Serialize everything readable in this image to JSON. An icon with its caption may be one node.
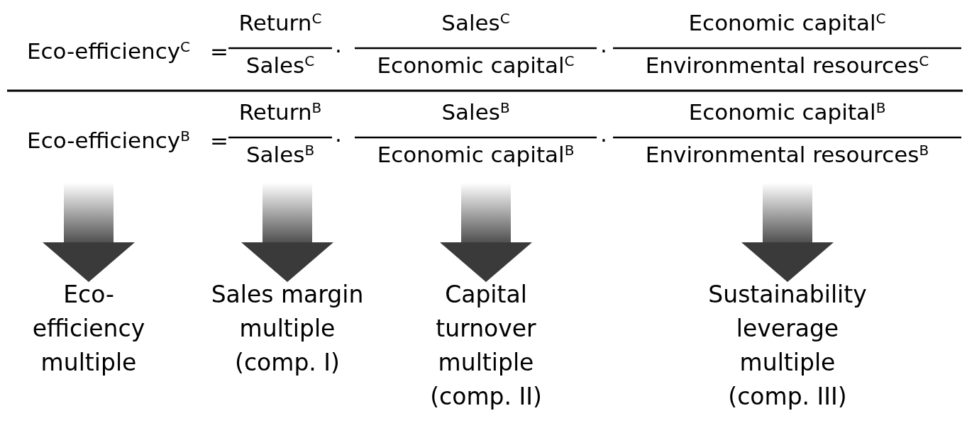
{
  "diagram": {
    "nodes": [
      {
        "text": [
          "Eco-efficiency$^{C}$",
          "Eco-efficiency$^{B}$"
        ]
      },
      {
        "text": [
          "Return$^{C}$",
          "Sales$^{C}$",
          "Return$^{B}$",
          "Sales$^{B}$"
        ]
      },
      {
        "text": [
          "Sales$^{C}$",
          "Economic capital$^{C}$",
          "Sales$^{B}$",
          "Economic capital$^{B}$"
        ]
      },
      {
        "text": [
          "Economic capital$^{C}$",
          "Environmental resources$^{C}$",
          "Economic capital$^{B}$",
          "Environmental resources$^{B}$"
        ]
      },
      {
        "text": [
          "Eco-efficiency multiple"
        ]
      },
      {
        "text": [
          "Sales margin multiple (comp. I)"
        ]
      },
      {
        "text": [
          "Capital turnover multiple (comp. II)"
        ]
      },
      {
        "text": [
          "Sustainability leverage multiple (comp. III)"
        ]
      }
    ],
    "edges": [
      {
        "from": 0,
        "to": 4,
        "arrow": "to",
        "style": "thick"
      },
      {
        "from": 1,
        "to": 5,
        "arrow": "to",
        "style": "thick"
      },
      {
        "from": 2,
        "to": 6,
        "arrow": "to",
        "style": "thick"
      },
      {
        "from": 3,
        "to": 7,
        "arrow": "to",
        "style": "thick"
      }
    ],
    "labels": [
      "=",
      "·",
      "·",
      "=",
      "·",
      "·"
    ]
  }
}
